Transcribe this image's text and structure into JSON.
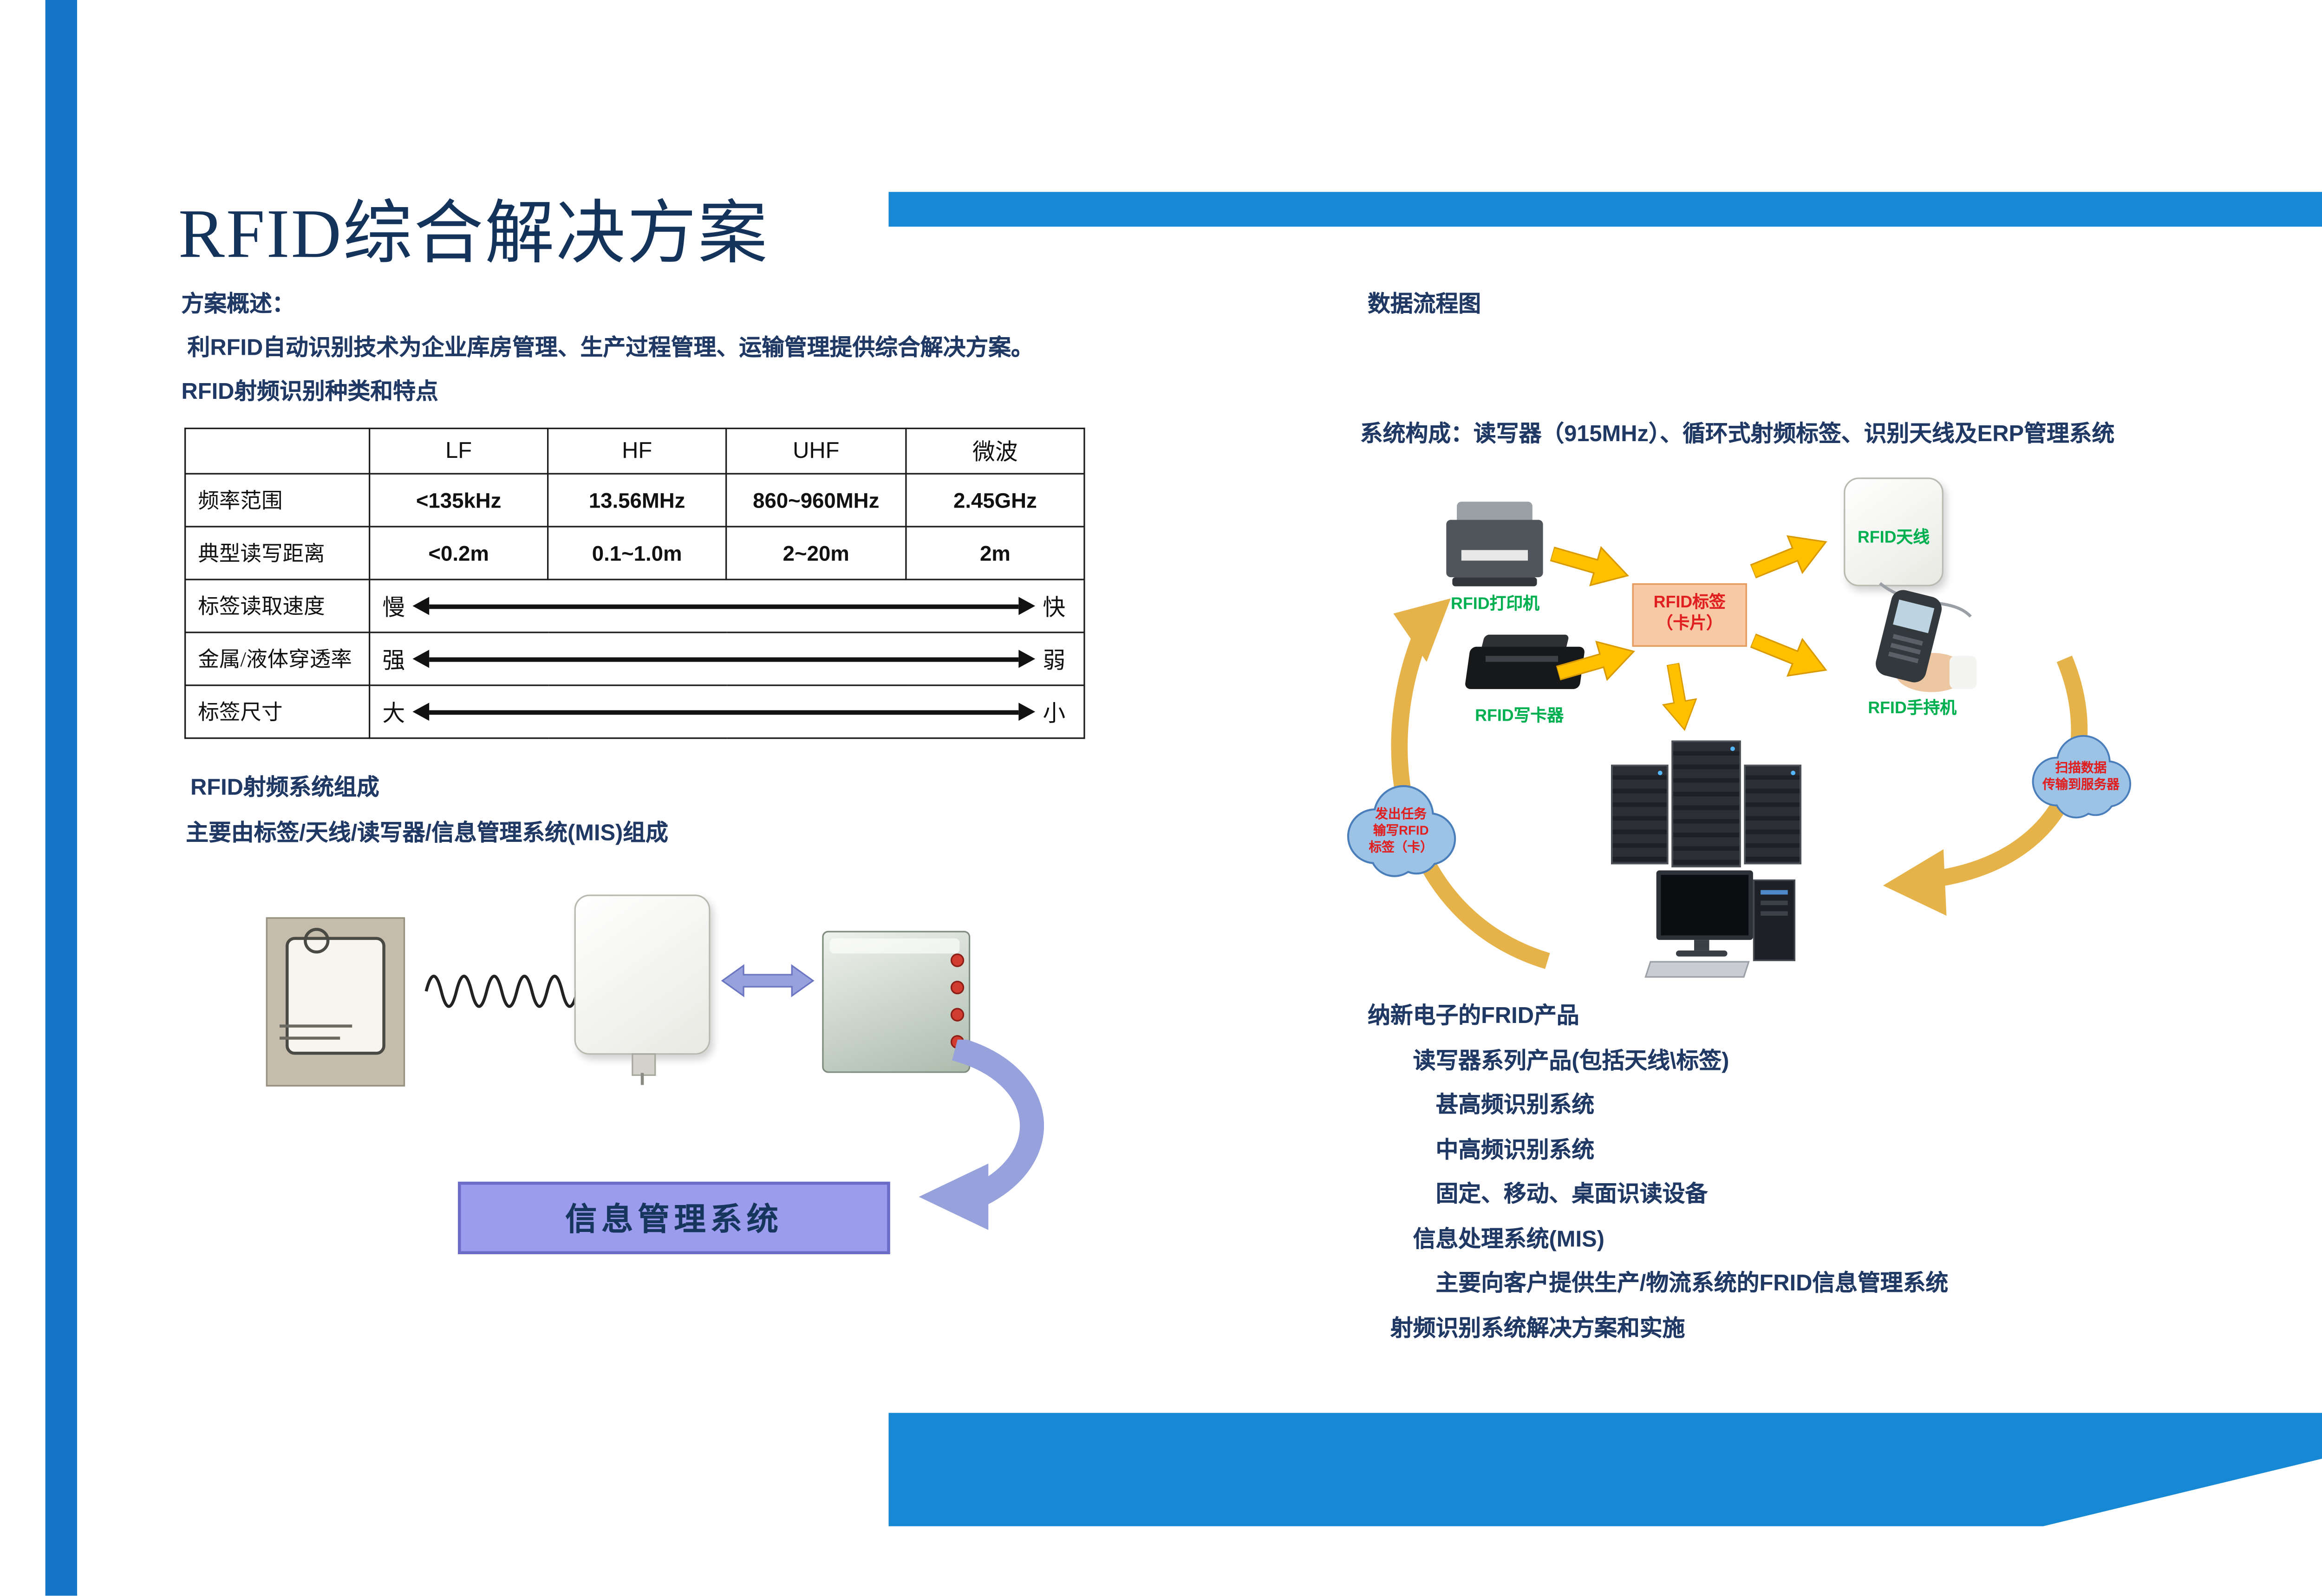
{
  "page": {
    "title": "RFID综合解决方案"
  },
  "left": {
    "overview_label": "方案概述：",
    "overview_text": "利RFID自动识别技术为企业库房管理、生产过程管理、运输管理提供综合解决方案。",
    "table_intro": "RFID射频识别种类和特点",
    "table": {
      "headers": [
        "",
        "LF",
        "HF",
        "UHF",
        "微波"
      ],
      "value_rows": [
        {
          "label": "频率范围",
          "values": [
            "<135kHz",
            "13.56MHz",
            "860~960MHz",
            "2.45GHz"
          ]
        },
        {
          "label": "典型读写距离",
          "values": [
            "<0.2m",
            "0.1~1.0m",
            "2~20m",
            "2m"
          ]
        }
      ],
      "arrow_rows": [
        {
          "label": "标签读取速度",
          "left": "慢",
          "right": "快"
        },
        {
          "label": "金属/液体穿透率",
          "left": "强",
          "right": "弱"
        },
        {
          "label": "标签尺寸",
          "left": "大",
          "right": "小"
        }
      ]
    },
    "system_heading": "RFID射频系统组成",
    "system_text": "主要由标签/天线/读写器/信息管理系统(MIS)组成",
    "mis_box_label": "信息管理系统"
  },
  "right": {
    "flow_title": "数据流程图",
    "system_line": "系统构成：读写器（915MHz）、循环式射频标签、识别天线及ERP管理系统",
    "flow": {
      "printer_label": "RFID打印机",
      "writer_label": "RFID写卡器",
      "tag_box_line1": "RFID标签",
      "tag_box_line2": "（卡片）",
      "antenna_label": "RFID天线",
      "handheld_label": "RFID手持机",
      "cloud_left_lines": [
        "发出任务",
        "输写RFID",
        "标签（卡）"
      ],
      "cloud_right_lines": [
        "扫描数据",
        "传输到服务器"
      ]
    },
    "products": [
      {
        "text": "纳新电子的FRID产品"
      },
      {
        "text": "读写器系列产品(包括天线\\标签)"
      },
      {
        "text": "甚高频识别系统"
      },
      {
        "text": "中高频识别系统"
      },
      {
        "text": "固定、移动、桌面识读设备"
      },
      {
        "text": "信息处理系统(MIS)"
      },
      {
        "text": "主要向客户提供生产/物流系统的FRID信息管理系统"
      },
      {
        "text": "射频识别系统解决方案和实施"
      }
    ]
  },
  "colors": {
    "accent_blue": "#1789D4",
    "stripe_blue": "#1374C8",
    "navy_text": "#1F3864",
    "label_green": "#00B050",
    "alert_red": "#E02020",
    "arrow_yellow": "#FFC000",
    "arc_gold": "#E5B34A",
    "purple": "#97A2DC",
    "tag_box_fill": "#F8C9A4"
  }
}
